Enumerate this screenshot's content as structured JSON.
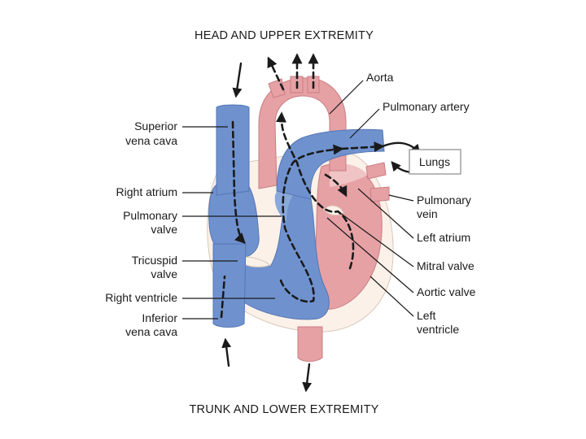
{
  "title_top": "HEAD AND UPPER EXTREMITY",
  "title_bottom": "TRUNK AND LOWER EXTREMITY",
  "labels_left": {
    "superior_vena_cava_1": "Superior",
    "superior_vena_cava_2": "vena cava",
    "right_atrium": "Right atrium",
    "pulmonary_valve_1": "Pulmonary",
    "pulmonary_valve_2": "valve",
    "tricuspid_valve_1": "Tricuspid",
    "tricuspid_valve_2": "valve",
    "right_ventricle": "Right ventricle",
    "inferior_vena_cava_1": "Inferior",
    "inferior_vena_cava_2": "vena cava"
  },
  "labels_right": {
    "aorta": "Aorta",
    "pulmonary_artery": "Pulmonary artery",
    "lungs": "Lungs",
    "pulmonary_vein_1": "Pulmonary",
    "pulmonary_vein_2": "vein",
    "left_atrium": "Left atrium",
    "mitral_valve": "Mitral valve",
    "aortic_valve": "Aortic valve",
    "left_ventricle_1": "Left",
    "left_ventricle_2": "ventricle"
  },
  "colors": {
    "deoxygenated": "#6f92cf",
    "oxygenated": "#e6a1a5",
    "tissue": "#fbf1e8"
  }
}
